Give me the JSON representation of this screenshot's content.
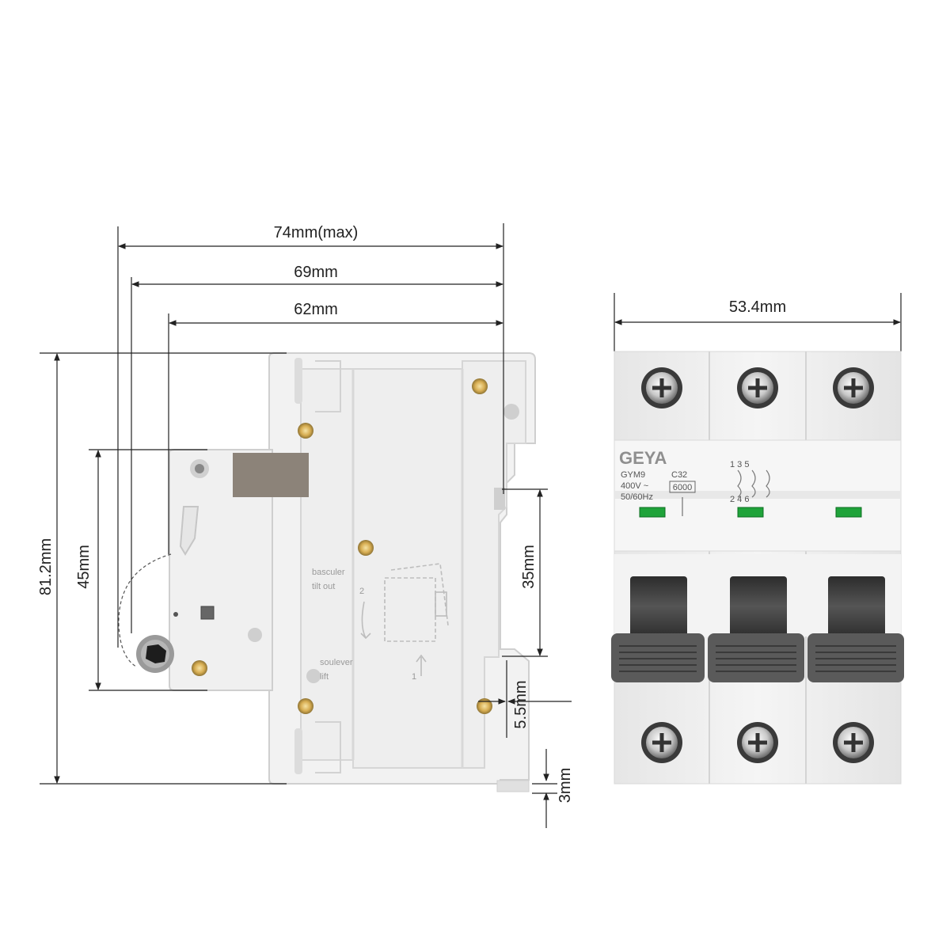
{
  "dimensions": {
    "side_width_max": "74mm(max)",
    "side_width": "69mm",
    "side_width_inner": "62mm",
    "front_width": "53.4mm",
    "height_total": "81.2mm",
    "height_front_face": "45mm",
    "rail_height": "35mm",
    "rail_depth": "5.5mm",
    "clip_offset": "3mm"
  },
  "side_labels": {
    "tilt_line1": "basculer",
    "tilt_line2": "tilt out",
    "tilt_step": "2",
    "lift_line1": "soulever",
    "lift_line2": "lift",
    "lift_step": "1"
  },
  "front": {
    "brand": "GEYA",
    "model": "GYM9",
    "rating": "C32",
    "voltage": "400V ~",
    "frequency": "50/60Hz",
    "breaking_capacity": "6000",
    "top_terminals": "1 3 5",
    "bottom_terminals": "2 4 6"
  },
  "colors": {
    "body": "#f1f1f1",
    "body_shadow": "#dcdcdc",
    "label_patch": "#8c8379",
    "toggle": "#3e3e3e",
    "indicator": "#1fa33a",
    "screw_gold": "#d9b25a"
  }
}
